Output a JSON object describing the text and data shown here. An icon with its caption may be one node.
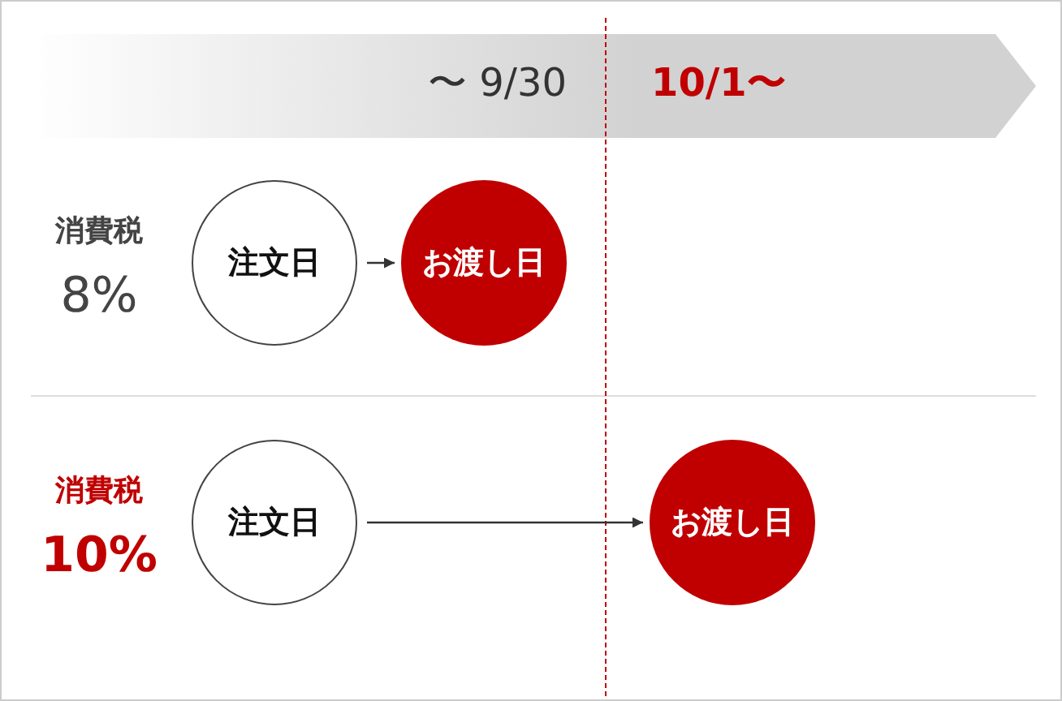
{
  "diagram": {
    "nodes": [
      {
        "text": [
          "注文日"
        ]
      },
      {
        "text": [
          "お渡し日"
        ]
      },
      {
        "text": [
          "注文日"
        ]
      },
      {
        "text": [
          "お渡し日"
        ]
      }
    ],
    "edges": [
      {
        "from": 0,
        "to": 1,
        "arrow": "to"
      },
      {
        "from": 2,
        "to": 3,
        "arrow": "to"
      }
    ],
    "labels": [
      "〜 9/30",
      "10/1〜",
      "消費税",
      "8%",
      "消費税",
      "10%"
    ]
  }
}
